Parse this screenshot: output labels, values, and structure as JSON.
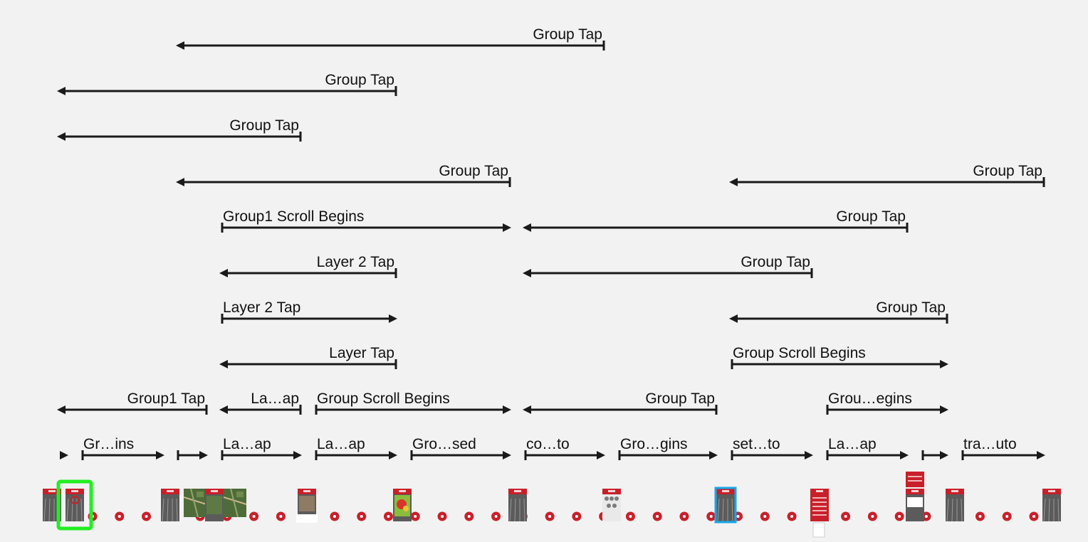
{
  "colors": {
    "background": "#f2f2f2",
    "line": "#1a1a1a",
    "thumb_red": "#c8202a",
    "selected_green": "#22ee22",
    "selected_blue": "#1aa6e8"
  },
  "rows": [
    [
      {
        "label": "Group Tap",
        "dir": "left"
      }
    ],
    [
      {
        "label": "Group Tap",
        "dir": "left"
      }
    ],
    [
      {
        "label": "Group Tap",
        "dir": "left"
      }
    ],
    [
      {
        "label": "Group Tap",
        "dir": "left"
      },
      {
        "label": "Group Tap",
        "dir": "left"
      }
    ],
    [
      {
        "label": "Group1 Scroll Begins",
        "dir": "right"
      },
      {
        "label": "Group Tap",
        "dir": "left"
      }
    ],
    [
      {
        "label": "Layer 2 Tap",
        "dir": "left"
      },
      {
        "label": "Group Tap",
        "dir": "left"
      }
    ],
    [
      {
        "label": "Layer 2 Tap",
        "dir": "right"
      },
      {
        "label": "Group Tap",
        "dir": "left"
      }
    ],
    [
      {
        "label": "Layer Tap",
        "dir": "left"
      },
      {
        "label": "Group Scroll Begins",
        "dir": "right"
      }
    ],
    [
      {
        "label": "Group1 Tap",
        "dir": "left"
      },
      {
        "label": "La…ap",
        "dir": "left"
      },
      {
        "label": "Group Scroll Begins",
        "dir": "right"
      },
      {
        "label": "Group Tap",
        "dir": "left"
      },
      {
        "label": "Grou…egins",
        "dir": "right"
      }
    ],
    [
      {
        "label": "",
        "dir": "right"
      },
      {
        "label": "Gr…ins",
        "dir": "right"
      },
      {
        "label": "",
        "dir": "right"
      },
      {
        "label": "La…ap",
        "dir": "right"
      },
      {
        "label": "La…ap",
        "dir": "right"
      },
      {
        "label": "Gro…sed",
        "dir": "right"
      },
      {
        "label": "co…to",
        "dir": "right"
      },
      {
        "label": "Gro…gins",
        "dir": "right"
      },
      {
        "label": "set…to",
        "dir": "right"
      },
      {
        "label": "La…ap",
        "dir": "right"
      },
      {
        "label": "",
        "dir": "right"
      },
      {
        "label": "tra…uto",
        "dir": "right"
      }
    ]
  ],
  "timeline": {
    "screenshots": [
      {
        "name": "thumb-screen-1",
        "kind": "app-screen"
      },
      {
        "name": "thumb-screen-2",
        "kind": "app-screen",
        "selected": "green"
      },
      {
        "name": "thumb-screen-3",
        "kind": "app-screen"
      },
      {
        "name": "thumb-map-1",
        "kind": "map"
      },
      {
        "name": "thumb-screen-4",
        "kind": "map-screen"
      },
      {
        "name": "thumb-map-2",
        "kind": "map"
      },
      {
        "name": "thumb-screen-5",
        "kind": "photo-screen"
      },
      {
        "name": "thumb-screen-6",
        "kind": "heatmap-screen"
      },
      {
        "name": "thumb-screen-7",
        "kind": "app-screen"
      },
      {
        "name": "thumb-screen-8",
        "kind": "dial-screen"
      },
      {
        "name": "thumb-screen-9",
        "kind": "app-screen",
        "selected": "blue"
      },
      {
        "name": "thumb-screen-10",
        "kind": "list-screen"
      },
      {
        "name": "thumb-screen-11",
        "kind": "popup-screen"
      },
      {
        "name": "thumb-screen-12",
        "kind": "app-screen"
      },
      {
        "name": "thumb-screen-13",
        "kind": "app-screen"
      }
    ],
    "action_marker_count": 36
  }
}
